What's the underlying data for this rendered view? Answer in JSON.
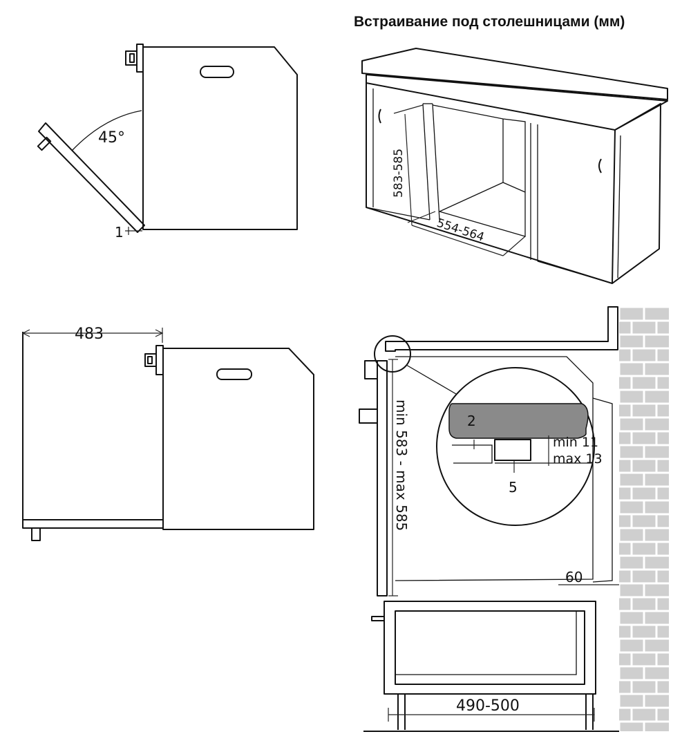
{
  "title": "Встраивание под столешницами (мм)",
  "labels": {
    "door_angle": "45°",
    "door_gap": "1",
    "door_depth": "483",
    "niche_height": "583-585",
    "niche_width": "554-564",
    "zoom_panel": "2",
    "zoom_bottom": "5",
    "zoom_min": "min 11",
    "zoom_max": "max 13",
    "install_height": "min 583 - max 585",
    "rear_gap": "60",
    "install_depth": "490-500"
  },
  "colors": {
    "line": "#111111",
    "panel": "#8a8a8a",
    "brick": "#cfcfcf"
  }
}
